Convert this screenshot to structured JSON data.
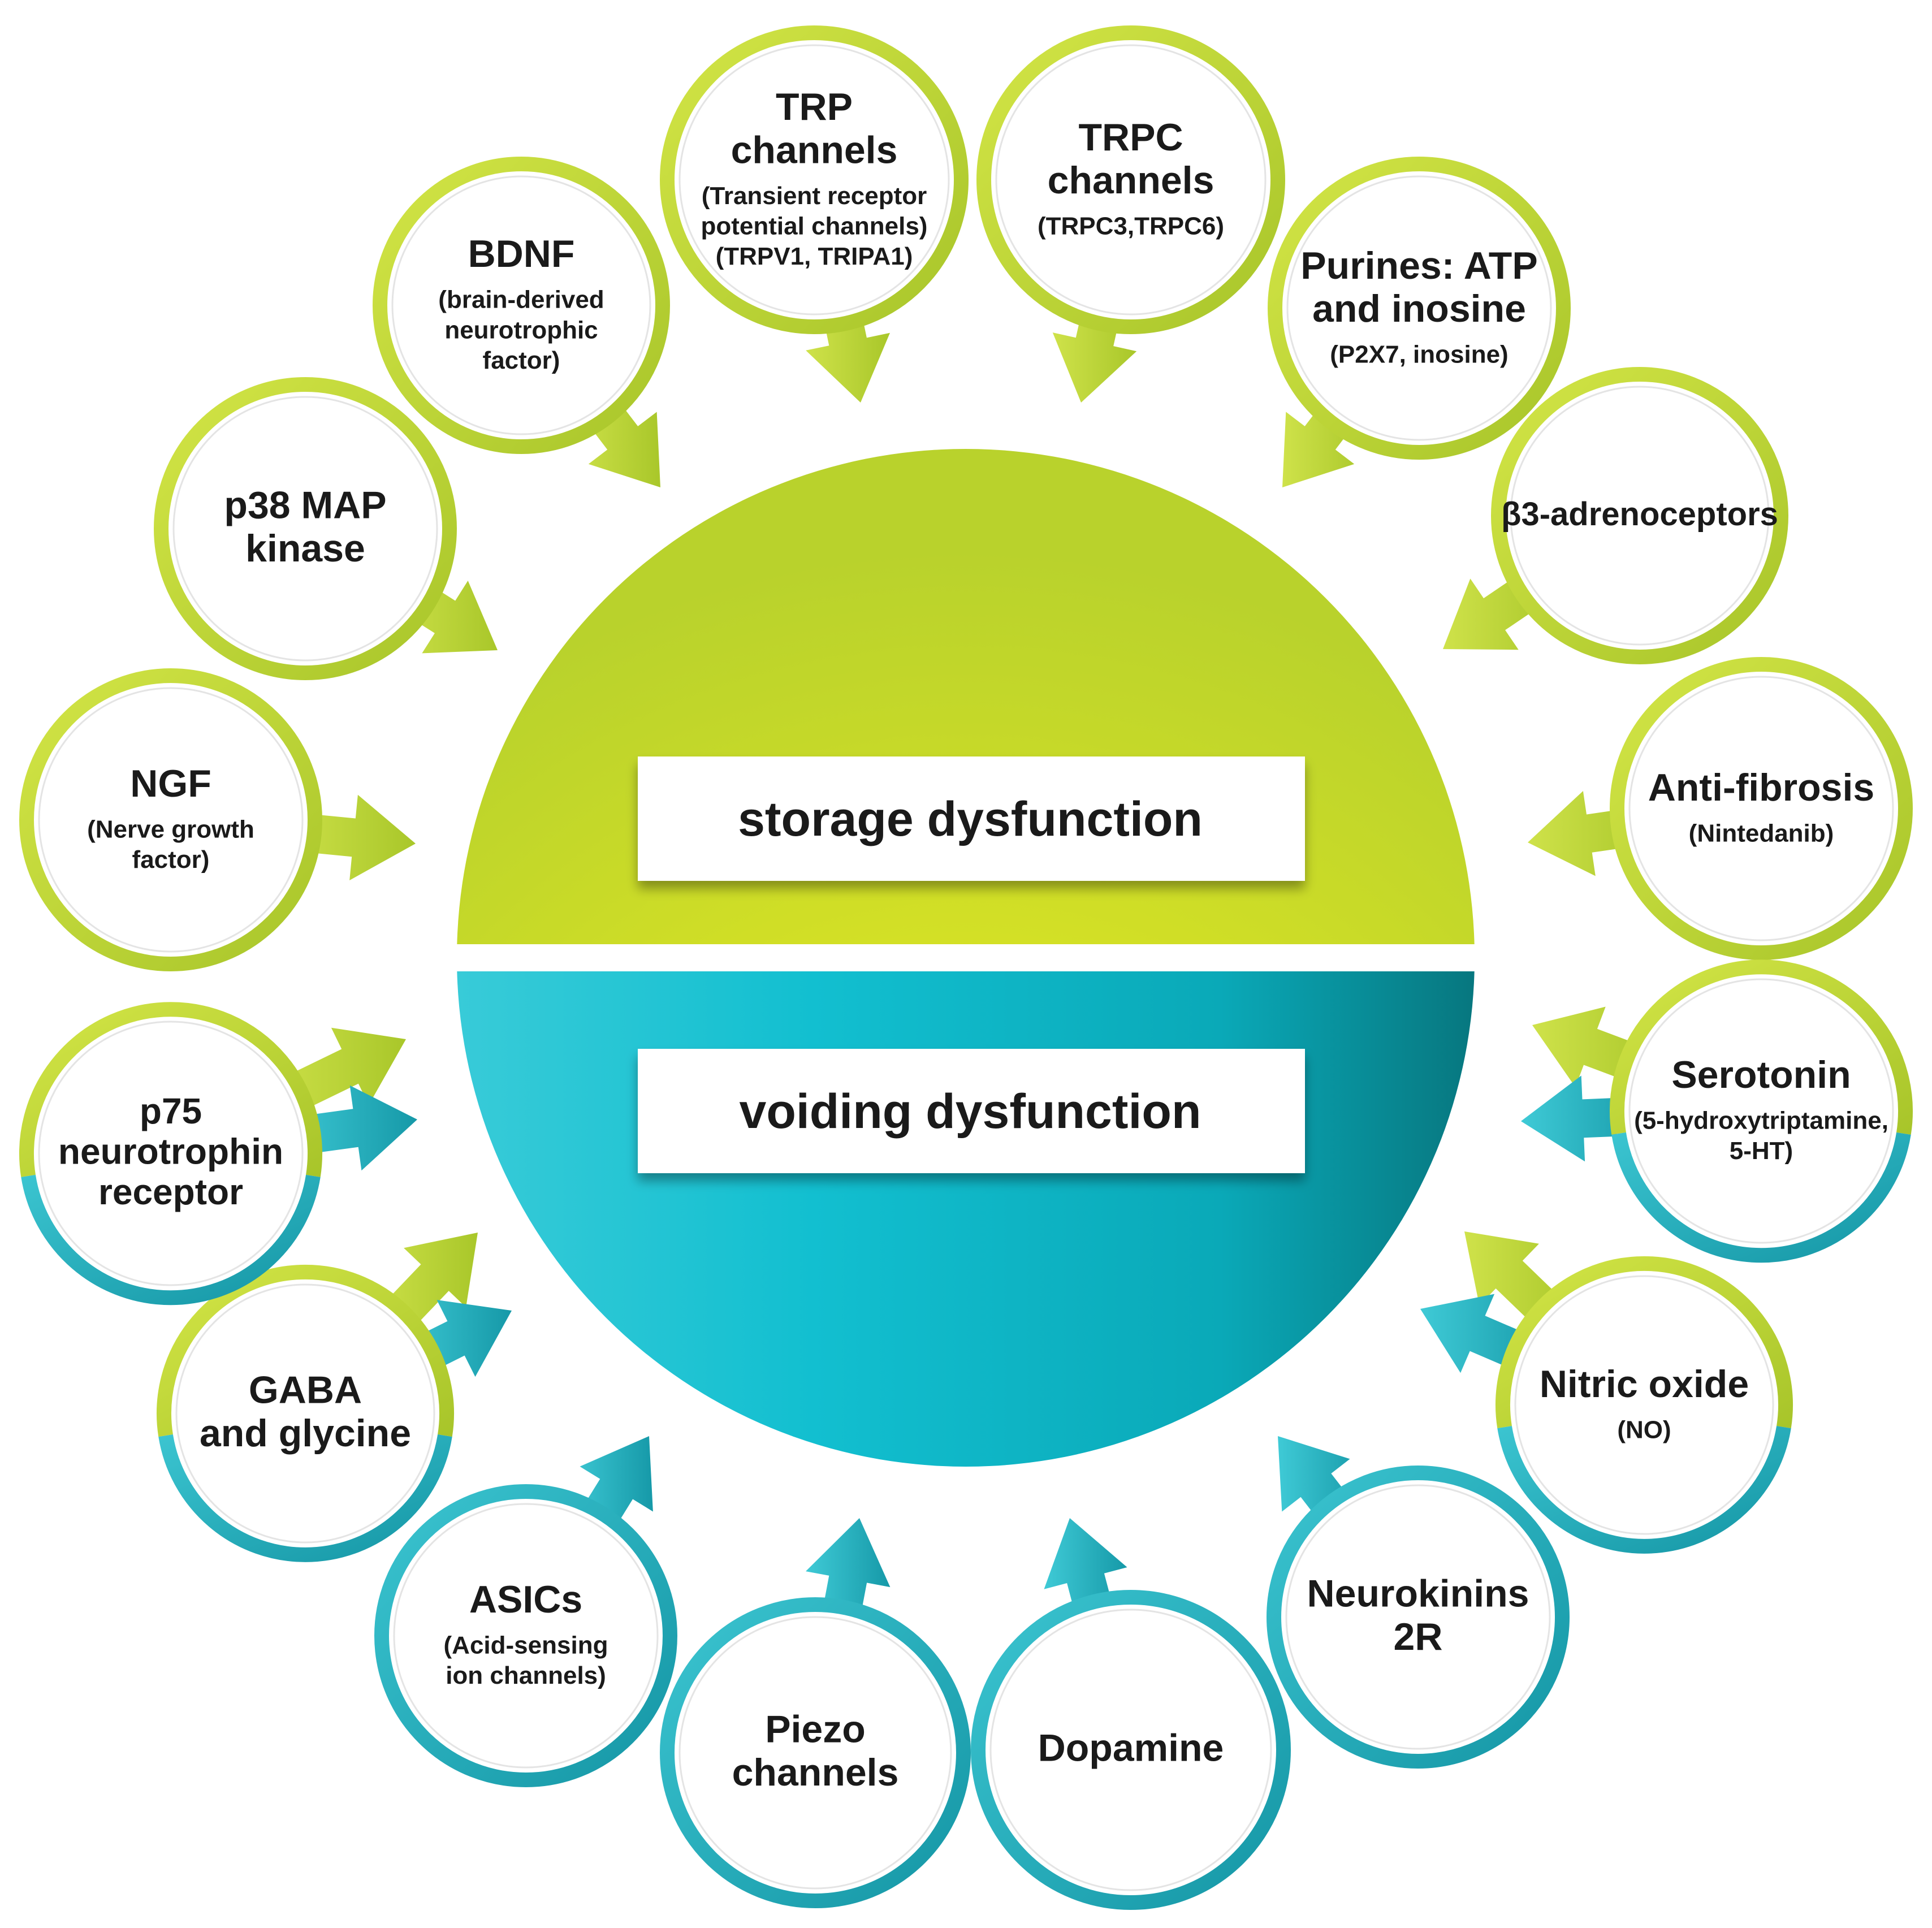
{
  "colors": {
    "lime": "#b6d12c",
    "lime_light": "#cfe03a",
    "lime_center": "#eeea12",
    "teal": "#1fb2c3",
    "teal_light": "#35c8d6",
    "teal_dark": "#0a7f8a",
    "text": "#1a1a1a"
  },
  "center": {
    "storage_label": "storage dysfunction",
    "voiding_label": "voiding dysfunction"
  },
  "nodes": [
    {
      "id": "trp",
      "lines": [
        "TRP",
        "channels"
      ],
      "sub": [
        "(Transient receptor",
        "potential channels)",
        "(TRPV1, TRIPA1)"
      ],
      "ring": "storage",
      "arrow": "storage",
      "icon": "down-arrow-icon"
    },
    {
      "id": "trpc",
      "lines": [
        "TRPC",
        "channels"
      ],
      "sub": [
        "(TRPC3,TRPC6)"
      ],
      "ring": "storage",
      "arrow": "storage",
      "icon": "down-arrow-icon"
    },
    {
      "id": "purines",
      "lines": [
        "Purines: ATP",
        "and inosine"
      ],
      "sub": [
        "(P2X7, inosine)"
      ],
      "ring": "storage",
      "arrow": "storage",
      "icon": "inward-arrow-icon"
    },
    {
      "id": "beta3",
      "lines": [
        "β3-adrenoceptors"
      ],
      "sub": [],
      "ring": "storage",
      "arrow": "storage",
      "icon": "inward-arrow-icon"
    },
    {
      "id": "antifibrosis",
      "lines": [
        "Anti-fibrosis"
      ],
      "sub": [
        "(Nintedanib)"
      ],
      "ring": "storage",
      "arrow": "storage",
      "icon": "left-arrow-icon"
    },
    {
      "id": "serotonin",
      "lines": [
        "Serotonin"
      ],
      "sub": [
        "(5-hydroxytriptamine,",
        "5-HT)"
      ],
      "ring": "split",
      "arrow": "both",
      "icon": "left-arrow-icon"
    },
    {
      "id": "nitric",
      "lines": [
        "Nitric oxide"
      ],
      "sub": [
        "(NO)"
      ],
      "ring": "split",
      "arrow": "both",
      "icon": "inward-arrow-icon"
    },
    {
      "id": "neurokinins",
      "lines": [
        "Neurokinins",
        "2R"
      ],
      "sub": [],
      "ring": "voiding",
      "arrow": "voiding",
      "icon": "inward-arrow-icon"
    },
    {
      "id": "dopamine",
      "lines": [
        "Dopamine"
      ],
      "sub": [],
      "ring": "voiding",
      "arrow": "voiding",
      "icon": "up-arrow-icon"
    },
    {
      "id": "piezo",
      "lines": [
        "Piezo",
        "channels"
      ],
      "sub": [],
      "ring": "voiding",
      "arrow": "voiding",
      "icon": "up-arrow-icon"
    },
    {
      "id": "asics",
      "lines": [
        "ASICs"
      ],
      "sub": [
        "(Acid-sensing",
        "ion channels)"
      ],
      "ring": "voiding",
      "arrow": "voiding",
      "icon": "inward-arrow-icon"
    },
    {
      "id": "gaba",
      "lines": [
        "GABA",
        "and glycine"
      ],
      "sub": [],
      "ring": "split",
      "arrow": "both",
      "icon": "inward-arrow-icon"
    },
    {
      "id": "p75",
      "lines": [
        "p75",
        "neurotrophin",
        "receptor"
      ],
      "sub": [],
      "ring": "split",
      "arrow": "both",
      "icon": "right-arrow-icon"
    },
    {
      "id": "ngf",
      "lines": [
        "NGF"
      ],
      "sub": [
        "(Nerve growth",
        "factor)"
      ],
      "ring": "storage",
      "arrow": "storage",
      "icon": "right-arrow-icon"
    },
    {
      "id": "p38",
      "lines": [
        "p38 MAP",
        "kinase"
      ],
      "sub": [],
      "ring": "storage",
      "arrow": "storage",
      "icon": "inward-arrow-icon"
    },
    {
      "id": "bdnf",
      "lines": [
        "BDNF"
      ],
      "sub": [
        "(brain-derived",
        "neurotrophic",
        "factor)"
      ],
      "ring": "storage",
      "arrow": "storage",
      "icon": "inward-arrow-icon"
    }
  ]
}
